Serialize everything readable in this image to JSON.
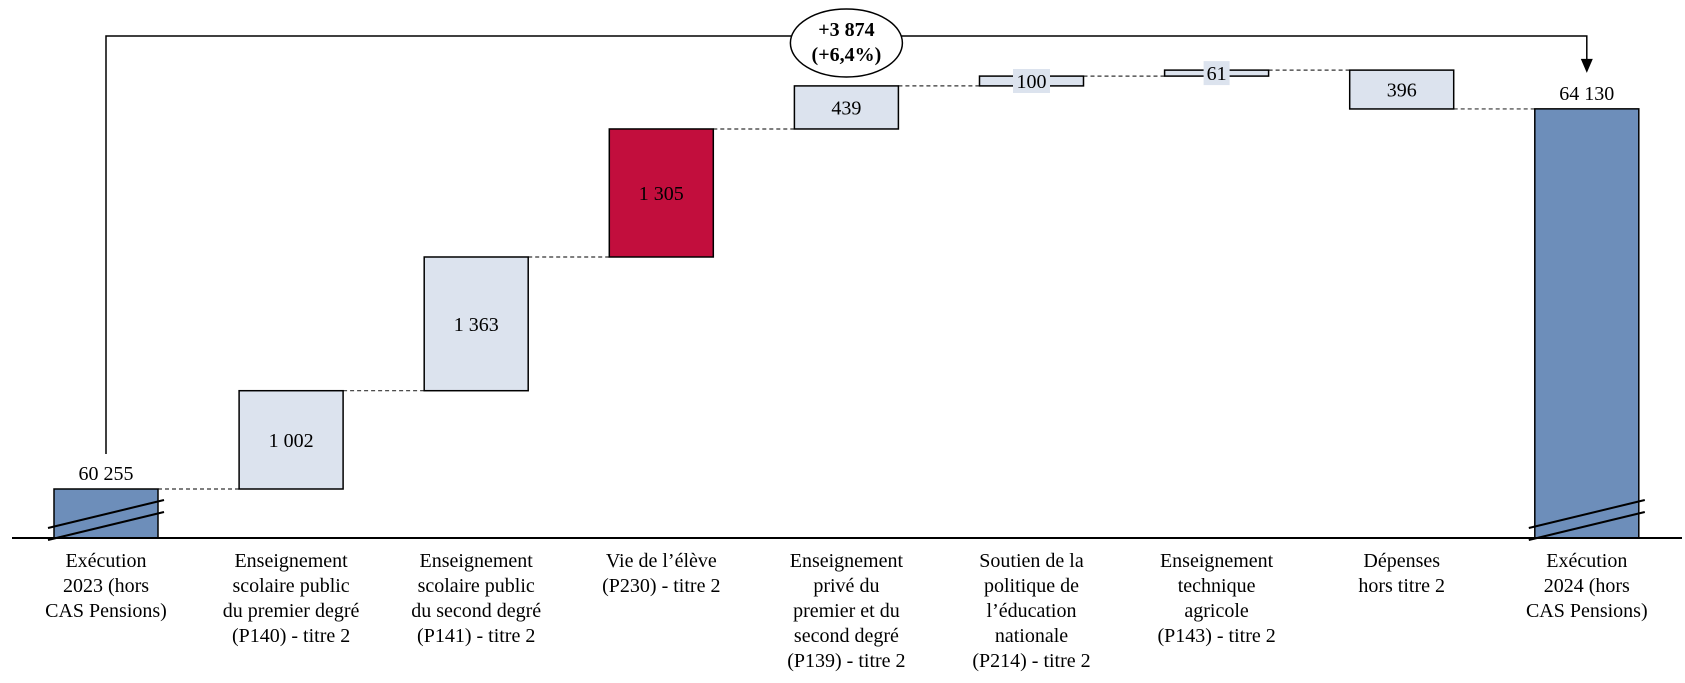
{
  "chart_data": {
    "type": "waterfall",
    "title": "",
    "categories": [
      [
        "Exécution",
        "2023 (hors",
        "CAS Pensions)"
      ],
      [
        "Enseignement",
        "scolaire public",
        "du premier degré",
        "(P140) - titre 2"
      ],
      [
        "Enseignement",
        "scolaire public",
        "du second degré",
        "(P141) - titre 2"
      ],
      [
        "Vie de l’élève",
        "(P230) - titre 2"
      ],
      [
        "Enseignement",
        "privé du",
        "premier et du",
        "second degré",
        "(P139) - titre 2"
      ],
      [
        "Soutien de la",
        "politique de",
        "l’éducation",
        "nationale",
        "(P214) - titre 2"
      ],
      [
        "Enseignement",
        "technique",
        "agricole",
        "(P143) - titre 2"
      ],
      [
        "Dépenses",
        "hors titre 2"
      ],
      [
        "Exécution",
        "2024 (hors",
        "CAS Pensions)"
      ]
    ],
    "values": [
      60255,
      1002,
      1363,
      1305,
      439,
      100,
      61,
      -396,
      64130
    ],
    "labels": [
      "60 255",
      "1 002",
      "1 363",
      "1 305",
      "439",
      "100",
      "61",
      "396",
      "64 130"
    ],
    "kinds": [
      "total",
      "delta",
      "delta",
      "delta",
      "delta",
      "delta",
      "delta",
      "delta",
      "total"
    ],
    "colors": {
      "total": "#6D8EBA",
      "delta": "#DCE3EE",
      "highlight": "#C20E3D",
      "highlight_index": 3
    },
    "annotation": {
      "line1": "+3 874",
      "line2": "(+6,4%)"
    },
    "axis_broken": true
  }
}
